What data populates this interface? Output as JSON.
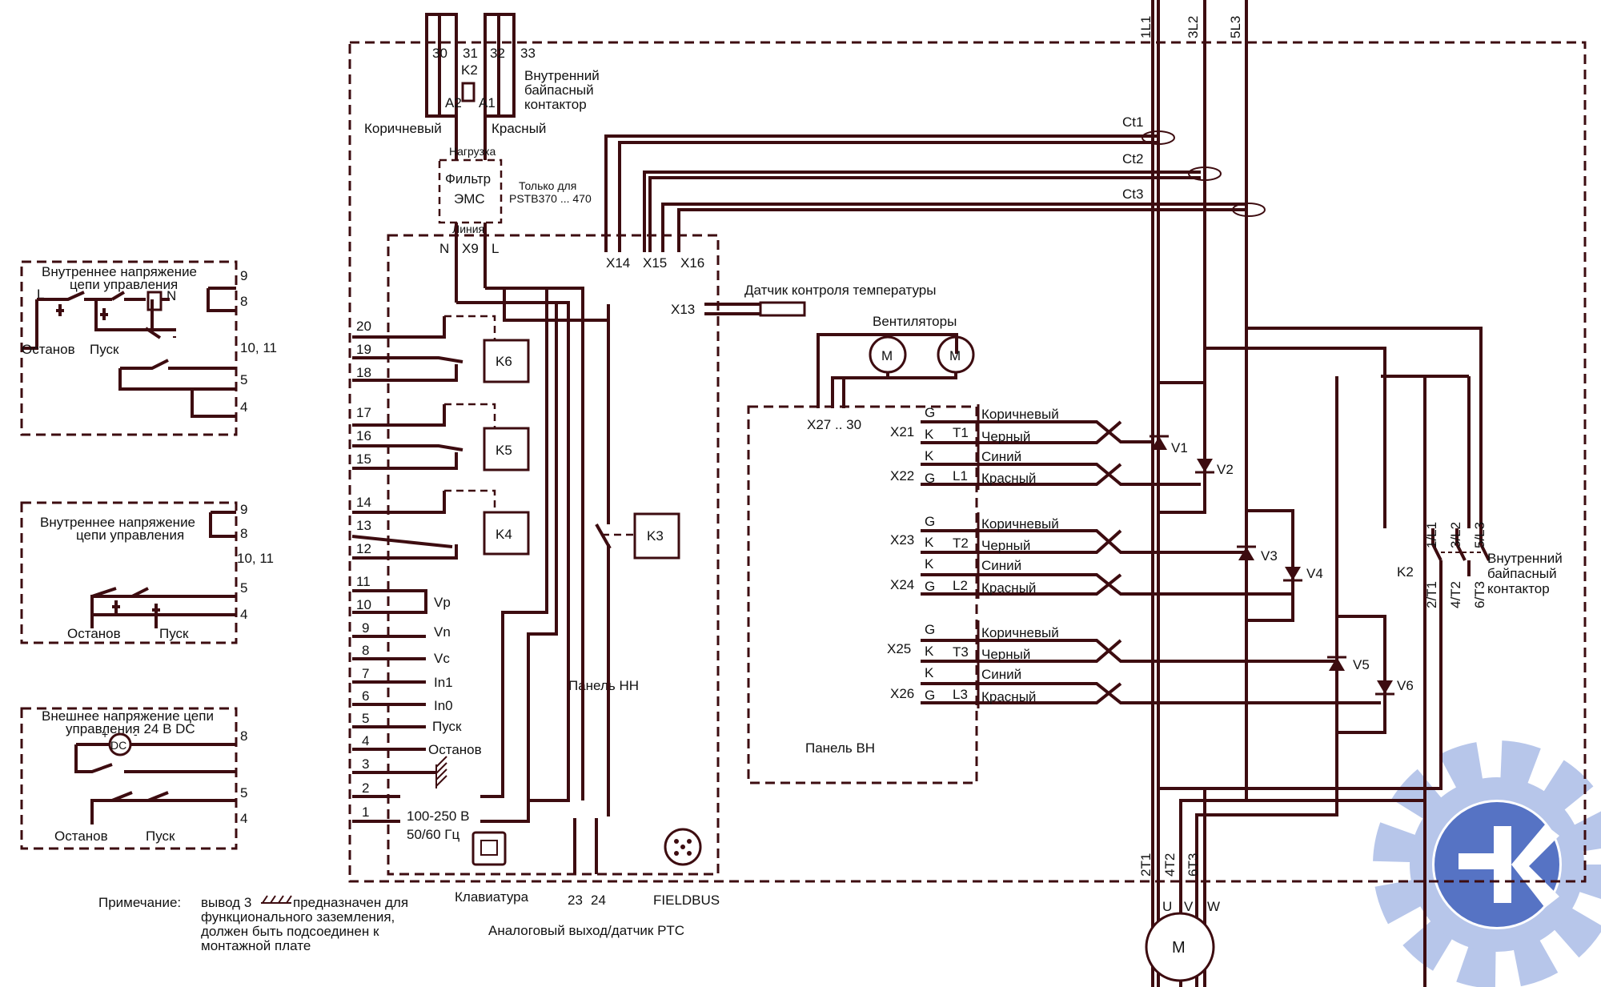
{
  "phases_top": [
    "1L1",
    "3L2",
    "5L3"
  ],
  "k2": {
    "label": "K2",
    "terms": [
      "30",
      "31",
      "32",
      "33"
    ],
    "a2": "A2",
    "a1": "A1",
    "desc": [
      "Внутренний",
      "байпасный",
      "контактор"
    ],
    "brown": "Коричневый",
    "red": "Красный"
  },
  "emc": {
    "load": "Нагрузка",
    "title": [
      "Фильтр",
      "ЭМС"
    ],
    "line": "Линия",
    "note": [
      "Только для",
      "PSTB370 ... 470"
    ]
  },
  "x9": {
    "n": "N",
    "x": "X9",
    "l": "L"
  },
  "ct": [
    "Ct1",
    "Ct2",
    "Ct3"
  ],
  "xconn": [
    "X14",
    "X15",
    "X16"
  ],
  "x13": "X13",
  "temp_sensor": "Датчик контроля температуры",
  "fans": {
    "title": "Вентиляторы",
    "m": "M",
    "conn": "X27 .. 30"
  },
  "relay_terms": [
    "20",
    "19",
    "18",
    "17",
    "16",
    "15",
    "14",
    "13",
    "12"
  ],
  "relays": [
    "K6",
    "K5",
    "K4"
  ],
  "k3": "K3",
  "low_terms": [
    "11",
    "10",
    "9",
    "8",
    "7",
    "6",
    "5",
    "4",
    "3",
    "2",
    "1"
  ],
  "low_labels": {
    "vp": "Vp",
    "vn": "Vn",
    "vc": "Vc",
    "in1": "In1",
    "in0": "In0",
    "start": "Пуск",
    "stop": "Останов"
  },
  "power": [
    "100-250 В",
    "50/60 Гц"
  ],
  "panel_lv": "Панель НН",
  "panel_hv": "Панель ВН",
  "gate_groups": [
    {
      "x1": "X21",
      "x2": "X22",
      "t": "T1",
      "l": "L1"
    },
    {
      "x1": "X23",
      "x2": "X24",
      "t": "T2",
      "l": "L2"
    },
    {
      "x1": "X25",
      "x2": "X26",
      "t": "T3",
      "l": "L3"
    }
  ],
  "gate_letters": {
    "g": "G",
    "k": "K"
  },
  "wire_colors": [
    "Коричневый",
    "Черный",
    "Синий",
    "Красный"
  ],
  "thyristors": [
    "V1",
    "V2",
    "V3",
    "V4",
    "V5",
    "V6"
  ],
  "bypass": {
    "k2": "K2",
    "top": [
      "1/L1",
      "3/L2",
      "5/L3"
    ],
    "bottom": [
      "2/T1",
      "4/T2",
      "6/T3"
    ],
    "desc": [
      "Внутренний",
      "байпасный",
      "контактор"
    ]
  },
  "motor": {
    "outs": [
      "2T1",
      "4T2",
      "6T3"
    ],
    "uvw": [
      "U",
      "V",
      "W"
    ],
    "m": "M"
  },
  "bottom": {
    "keyboard": "Клавиатура",
    "t23": "23",
    "t24": "24",
    "fieldbus": "FIELDBUS",
    "analog": "Аналоговый выход/датчик PTC"
  },
  "note": {
    "label": "Примечание:",
    "l1a": "вывод 3",
    "l1b": "предназначен для",
    "l2": "функционального заземления,",
    "l3": "должен быть подсоединен к",
    "l4": "монтажной плате"
  },
  "left1": {
    "title": [
      "Внутреннее напряжение",
      "цепи управления"
    ],
    "l": "L",
    "n": "N",
    "stop": "Останов",
    "start": "Пуск",
    "terms": [
      "9",
      "8",
      "10, 11",
      "5",
      "4"
    ]
  },
  "left2": {
    "title": [
      "Внутреннее напряжение",
      "цепи управления"
    ],
    "stop": "Останов",
    "start": "Пуск",
    "terms": [
      "9",
      "8",
      "10, 11",
      "5",
      "4"
    ]
  },
  "left3": {
    "title": [
      "Внешнее напряжение цепи",
      "управления 24 В DC"
    ],
    "dc": "DC",
    "plus": "+",
    "minus": "-",
    "stop": "Останов",
    "start": "Пуск",
    "terms": [
      "8",
      "5",
      "4"
    ]
  }
}
